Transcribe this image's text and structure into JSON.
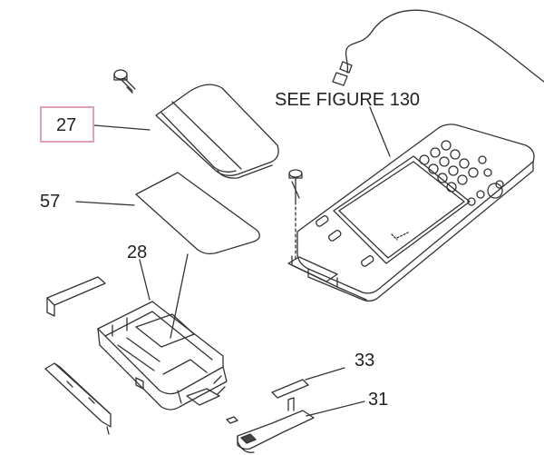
{
  "callouts": {
    "part_27": "27",
    "part_57": "57",
    "part_28": "28",
    "part_33": "33",
    "part_31": "31",
    "see_figure": "SEE FIGURE 130"
  },
  "highlight_color": "#e3a0bd",
  "line_color": "#333333"
}
